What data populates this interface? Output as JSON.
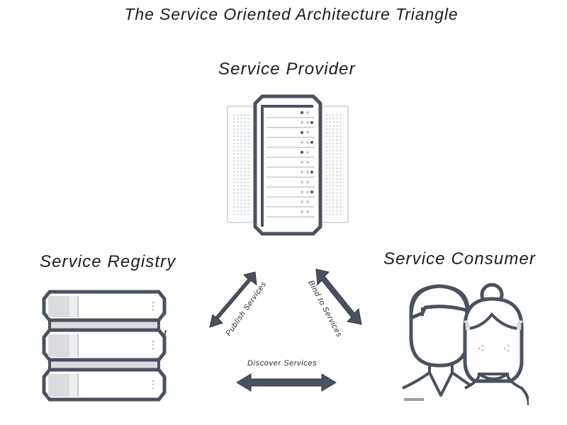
{
  "diagram": {
    "title": "The Service Oriented Architecture Triangle",
    "nodes": {
      "provider": {
        "label": "Service Provider",
        "icon": "server-rack-icon"
      },
      "registry": {
        "label": "Service Registry",
        "icon": "database-stack-icon"
      },
      "consumer": {
        "label": "Service Consumer",
        "icon": "people-icon"
      }
    },
    "edges": [
      {
        "from": "registry",
        "to": "provider",
        "label": "Publish Services",
        "direction": "bidirectional"
      },
      {
        "from": "provider",
        "to": "consumer",
        "label": "Bind to Services",
        "direction": "bidirectional"
      },
      {
        "from": "registry",
        "to": "consumer",
        "label": "Discover Services",
        "direction": "bidirectional"
      }
    ]
  },
  "colors": {
    "icon_stroke": "#4a5160",
    "icon_fill_light": "#d9dbde",
    "arrow": "#4a5160",
    "text": "#1d1d1d"
  }
}
